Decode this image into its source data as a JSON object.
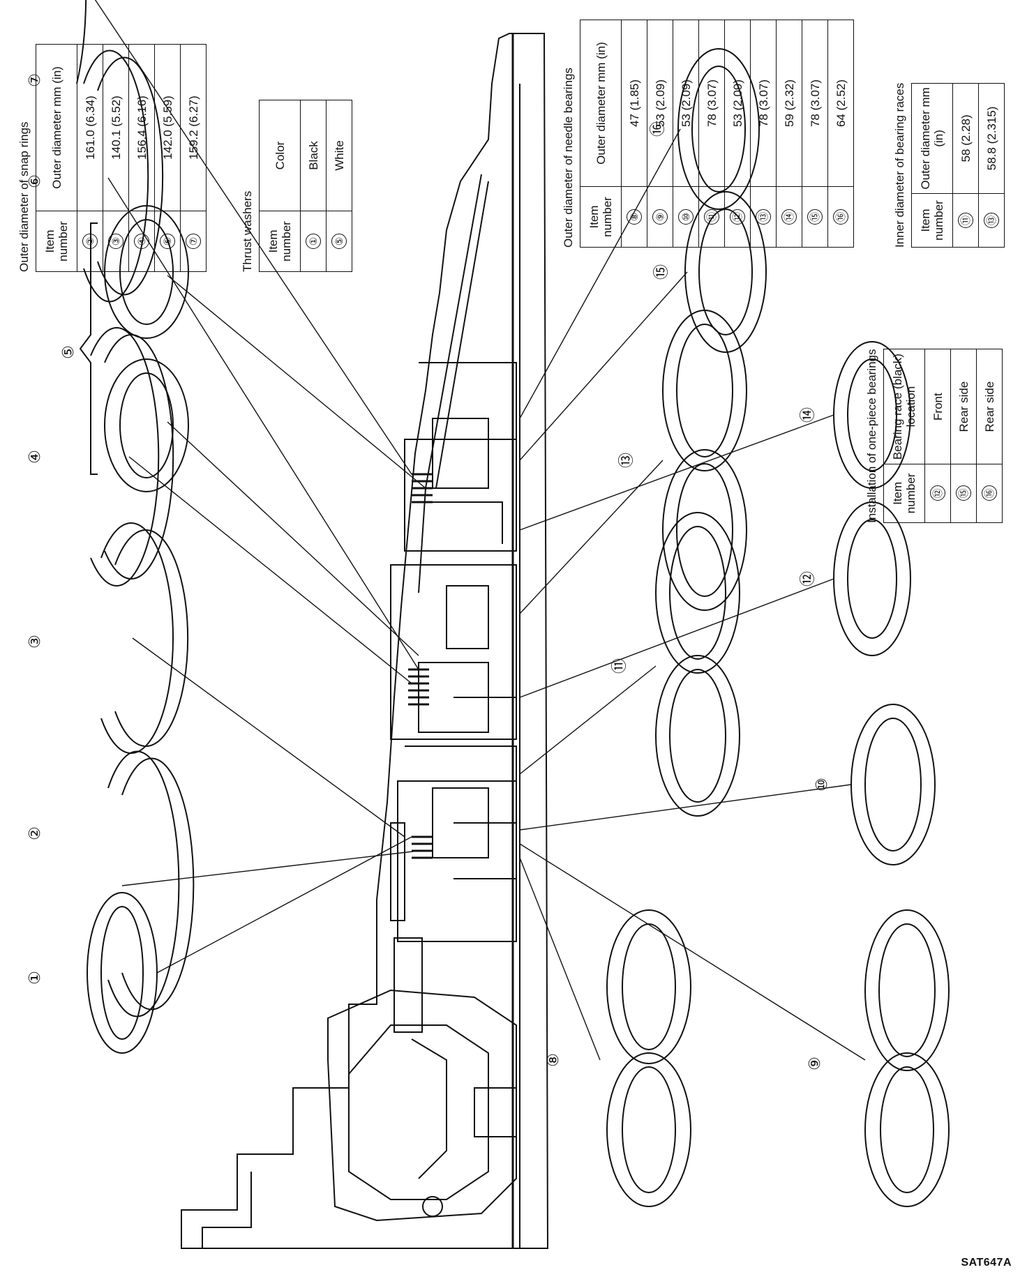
{
  "tables": {
    "snap_rings": {
      "caption": "Outer diameter of snap rings",
      "headers": [
        "Item number",
        "Outer diameter mm (in)"
      ],
      "rows": [
        [
          "②",
          "161.0 (6.34)"
        ],
        [
          "③",
          "140.1 (5.52)"
        ],
        [
          "④",
          "156.4 (6.16)"
        ],
        [
          "⑥",
          "142.0 (5.59)"
        ],
        [
          "⑦",
          "159.2 (6.27)"
        ]
      ]
    },
    "thrust_washers": {
      "caption": "Thrust washers",
      "headers": [
        "Item number",
        "Color"
      ],
      "rows": [
        [
          "①",
          "Black"
        ],
        [
          "⑤",
          "White"
        ]
      ]
    },
    "needle_bearings": {
      "caption": "Outer diameter of needle bearings",
      "headers": [
        "Item number",
        "Outer diameter mm (in)"
      ],
      "rows": [
        [
          "⑧",
          "47 (1.85)"
        ],
        [
          "⑨",
          "53 (2.09)"
        ],
        [
          "⑩",
          "53 (2.09)"
        ],
        [
          "⑪",
          "78 (3.07)"
        ],
        [
          "⑫",
          "53 (2.09)"
        ],
        [
          "⑬",
          "78 (3.07)"
        ],
        [
          "⑭",
          "59 (2.32)"
        ],
        [
          "⑮",
          "78 (3.07)"
        ],
        [
          "⑯",
          "64 (2.52)"
        ]
      ]
    },
    "bearing_races": {
      "caption": "Inner diameter of bearing races",
      "headers": [
        "Item number",
        "Outer diameter mm (in)"
      ],
      "rows": [
        [
          "⑪",
          "58 (2.28)"
        ],
        [
          "⑬",
          "58.8 (2.315)"
        ]
      ]
    },
    "one_piece": {
      "caption": "Installation of one-piece bearings",
      "headers": [
        "Item number",
        "Bearing race (black) location"
      ],
      "rows": [
        [
          "⑫",
          "Front"
        ],
        [
          "⑮",
          "Rear side"
        ],
        [
          "⑯",
          "Rear side"
        ]
      ]
    }
  },
  "callouts": [
    "①",
    "②",
    "③",
    "④",
    "⑤",
    "⑥",
    "⑦",
    "⑧",
    "⑨",
    "⑩",
    "⑪",
    "⑫",
    "⑬",
    "⑭",
    "⑮",
    "⑯"
  ],
  "figure_code": "SAT647A"
}
